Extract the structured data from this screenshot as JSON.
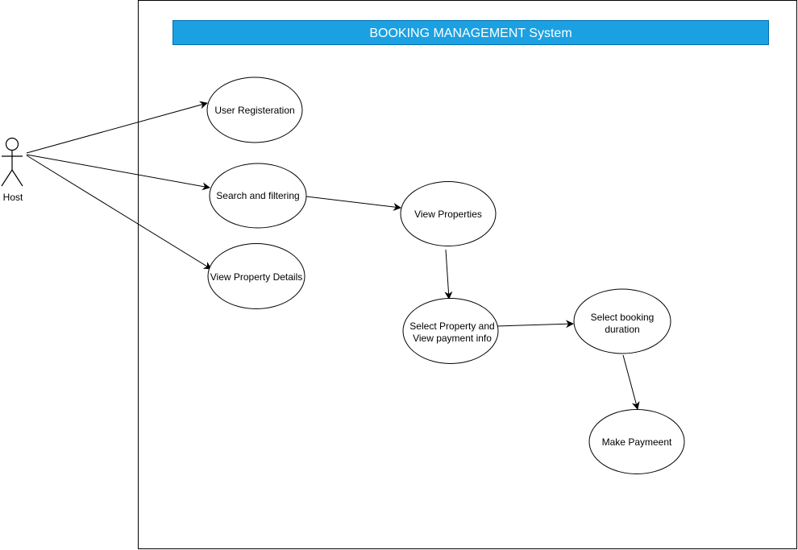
{
  "system": {
    "title": "BOOKING MANAGEMENT System",
    "title_bar_color": "#1ba1e2",
    "title_text_color": "#ffffff"
  },
  "actor": {
    "label": "Host",
    "icon": "stick-figure-icon"
  },
  "use_cases": {
    "user_registration": "User Registeration",
    "search_filtering": "Search and filtering",
    "view_property_details": "View Property Details",
    "view_properties": "View Properties",
    "select_property_line1": "Select Property and",
    "select_property_line2": "View payment info",
    "select_booking_line1": "Select booking",
    "select_booking_line2": "duration",
    "make_payment": "Make Paymeent"
  },
  "colors": {
    "stroke": "#000000",
    "fill": "#ffffff"
  }
}
